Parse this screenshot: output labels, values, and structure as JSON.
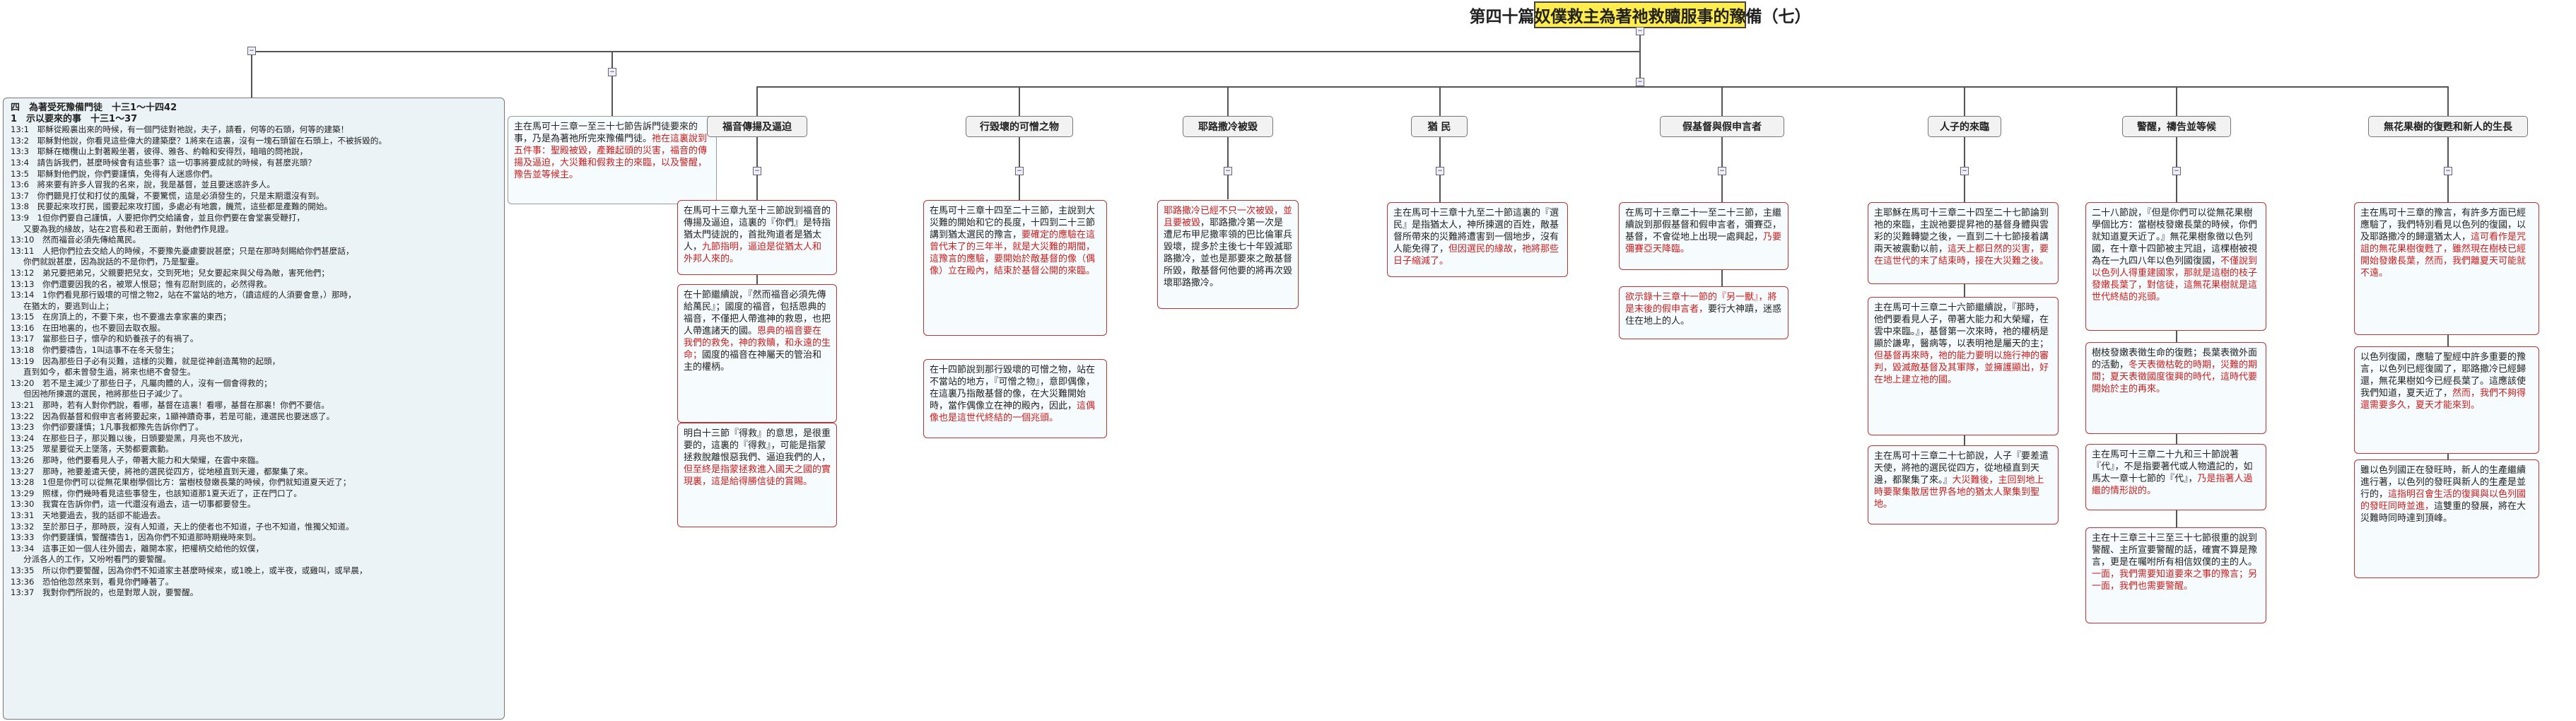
{
  "title": "第四十篇奴僕救主為著祂救贖服事的豫備（七）",
  "handle_icons": {
    "minus": "−"
  },
  "outline": {
    "header_lines": [
      "四　為著受死豫備門徒　十三1～十四42",
      "1　示以要來的事　十三1～37"
    ],
    "verses": [
      {
        "ref": "13:1",
        "text": "耶穌從殿裏出來的時候，有一個門徒對祂說，夫子，請看，何等的石頭，何等的建築！"
      },
      {
        "ref": "13:2",
        "text": "耶穌對他說，你看見這些偉大的建築麼？1將來在這裏，沒有一塊石頭留在石頭上，不被拆毀的。"
      },
      {
        "ref": "13:3",
        "text": "耶穌在橄欖山上對著殿坐著，彼得、雅各、約翰和安得烈，暗暗的問祂說，"
      },
      {
        "ref": "13:4",
        "text": "請告訴我們，甚麼時候會有這些事？這一切事將要成就的時候，有甚麼兆頭？"
      },
      {
        "ref": "13:5",
        "text": "耶穌對他們說，你們要謹慎，免得有人迷惑你們。"
      },
      {
        "ref": "13:6",
        "text": "將來要有許多人冒我的名來，說，我是基督，並且要迷惑許多人。"
      },
      {
        "ref": "13:7",
        "text": "你們聽見打仗和打仗的風聲，不要驚慌，這是必須發生的，只是末期還沒有到。"
      },
      {
        "ref": "13:8",
        "text": "民要起來攻打民，國要起來攻打國，多處必有地震，饑荒，這些都是產難的開始。"
      },
      {
        "ref": "13:9",
        "text": "1但你們要自己謹慎，人要把你們交給議會，並且你們要在會堂裏受鞭打，"
      },
      {
        "ref": "",
        "text": "又要為我的緣故，站在2官長和君王面前，對他們作見證。"
      },
      {
        "ref": "13:10",
        "text": "然而福音必須先傳給萬民。"
      },
      {
        "ref": "13:11",
        "text": "人把你們拉去交給人的時候，不要豫先憂慮要說甚麼；只是在那時刻賜給你們甚麼話，"
      },
      {
        "ref": "",
        "text": "你們就說甚麼，因為說話的不是你們，乃是聖靈。"
      },
      {
        "ref": "13:12",
        "text": "弟兄要把弟兄，父親要把兒女，交到死地；兒女要起來與父母為敵，害死他們；"
      },
      {
        "ref": "13:13",
        "text": "你們還要因我的名，被眾人恨惡；惟有忍耐到底的，必然得救。"
      },
      {
        "ref": "13:14",
        "text": "1你們看見那行毀壞的可憎之物2，站在不當站的地方，（讀這經的人須要會意，）那時，"
      },
      {
        "ref": "",
        "text": "在猶太的，要逃到山上；"
      },
      {
        "ref": "13:15",
        "text": "在房頂上的，不要下來，也不要進去拿家裏的東西；"
      },
      {
        "ref": "13:16",
        "text": "在田地裏的，也不要回去取衣服。"
      },
      {
        "ref": "13:17",
        "text": "當那些日子，懷孕的和奶養孩子的有禍了。"
      },
      {
        "ref": "13:18",
        "text": "你們要禱告，1叫這事不在冬天發生；"
      },
      {
        "ref": "13:19",
        "text": "因為那些日子必有災難，這樣的災難，就是從神創造萬物的起頭，"
      },
      {
        "ref": "",
        "text": "直到如今，都未曾發生過，將來也絕不會發生。"
      },
      {
        "ref": "13:20",
        "text": "若不是主減少了那些日子，凡屬肉體的人，沒有一個會得救的；"
      },
      {
        "ref": "",
        "text": "但因祂所揀選的選民，祂將那些日子減少了。"
      },
      {
        "ref": "13:21",
        "text": "那時，若有人對你們說，看哪，基督在這裏！看哪，基督在那裏！你們不要信。"
      },
      {
        "ref": "13:22",
        "text": "因為假基督和假申言者將要起來，1顯神蹟奇事，若是可能，連選民也要迷惑了。"
      },
      {
        "ref": "13:23",
        "text": "你們卻要謹慎；1凡事我都豫先告訴你們了。"
      },
      {
        "ref": "13:24",
        "text": "在那些日子，那災難以後，日頭要變黑，月亮也不放光，"
      },
      {
        "ref": "13:25",
        "text": "眾星要從天上墜落，天勢都要震動。"
      },
      {
        "ref": "13:26",
        "text": "那時，他們要看見人子，帶著大能力和大榮耀，在雲中來臨。"
      },
      {
        "ref": "13:27",
        "text": "那時，祂要差遣天使，將祂的選民從四方，從地極直到天邊，都聚集了來。"
      },
      {
        "ref": "13:28",
        "text": "1但是你們可以從無花果樹學個比方：當樹枝發嫩長葉的時候，你們就知道夏天近了；"
      },
      {
        "ref": "13:29",
        "text": "照樣，你們幾時看見這些事發生，也該知道那1夏天近了，正在門口了。"
      },
      {
        "ref": "13:30",
        "text": "我實在告訴你們，這一代還沒有過去，這一切事都要發生。"
      },
      {
        "ref": "13:31",
        "text": "天地要過去，我的話卻不能過去。"
      },
      {
        "ref": "13:32",
        "text": "至於那日子，那時辰，沒有人知道，天上的使者也不知道，子也不知道，惟獨父知道。"
      },
      {
        "ref": "13:33",
        "text": "你們要謹慎，警醒禱告1，因為你們不知道那時期幾時來到。"
      },
      {
        "ref": "13:34",
        "text": "這事正如一個人往外國去，離開本家，把權柄交給他的奴僕，"
      },
      {
        "ref": "",
        "text": "分派各人的工作，又吩咐看門的要警醒。"
      },
      {
        "ref": "13:35",
        "text": "所以你們要警醒，因為你們不知道家主甚麼時候來，或1晚上，或半夜，或雞叫，或早晨，"
      },
      {
        "ref": "13:36",
        "text": "恐怕他忽然來到，看見你們睡著了。"
      },
      {
        "ref": "13:37",
        "text": "我對你們所說的，也是對眾人說，要警醒。"
      }
    ]
  },
  "summary": {
    "plain": "主在馬可十三章一至三十七節告訴門徒要來的事，乃是為著祂所完來豫備門徒。",
    "red": "祂在這裏說到五件事：聖殿被毀，產難起頭的災害，福音的傳揚及逼迫，大災難和假救主的來臨，以及警醒，豫告並等候主。"
  },
  "headings": [
    "福音傳揚及逼迫",
    "行毀壞的可憎之物",
    "耶路撒冷被毀",
    "猶 民",
    "假基督與假申言者",
    "人子的來臨",
    "警醒，禱告並等候",
    "無花果樹的復甦和新人的生長"
  ],
  "nodes": {
    "gospel1": {
      "plain": "在馬可十三章九至十三節說到福音的傳揚及逼迫，這裏的『你們』是特指猶太門徒說的，首批殉道者是猶太人，",
      "red": "九節指明，逼迫是從猶太人和外邦人來的。"
    },
    "gospel2": {
      "plain": "在十節繼續說，『然而福音必須先傳給萬民』；國度的福音，包括恩典的福音，不僅把人帶進神的救恩，也把人帶進諸天的國。",
      "red": "恩典的福音要在我們的救免，神的救贖，和永遠的生命；",
      "plain2": "國度的福音在神屬天的管治和主的權柄。"
    },
    "gospel3": {
      "plain": "明白十三節『得救』的意思，是很重要的，這裏的『得救』，可能是指蒙拯救脫離恨惡我們、逼迫我們的人，",
      "red": "但至終是指蒙拯救進入國天之國的實現裏，這是給得勝信徒的賞賜。"
    },
    "abomination1": {
      "plain": "在馬可十三章十四至二十三節，主說到大災難的開始和它的長度，十四到二十三節講到猶太選民的豫言，",
      "red": "要確定的應驗在這曾代末了的三年半，就是大災難的期間，這豫言的應驗，要開始於敵基督的像（偶像）立在殿內，結束於基督公開的來臨。"
    },
    "abomination2": {
      "plain": "在十四節說到那行毀壞的可憎之物，站在不當站的地方，『可憎之物』，意即偶像，在這裏乃指敵基督的像，在大災難開始時，當作偶像立在神的殿內，因此，",
      "red": "這偶像也是這世代終結的一個兆頭。"
    },
    "jerusalem": {
      "red": "耶路撒冷已經不只一次被毀，並且要被毀",
      "plain": "，耶路撒冷第一次是遭尼布甲尼撒率領的巴比倫軍兵毀壞，提多於主後七十年毀滅耶路撒冷，並也是那要來之敵基督所毀，敵基督何他要的將再次毀壞耶路撒冷。"
    },
    "jews": {
      "plain": "主在馬可十三章十九至二十節這裏的『選民』是指猶太人，神所揀選的百姓，敵基督所帶來的災難將遭害到一個地步，沒有人能免得了，",
      "red": "但因選民的緣故，祂將那些日子縮減了。"
    },
    "false1": {
      "plain": "在馬可十三章二十一至二十三節，主繼續說到那假基督和假申言者，彌賽亞，基督，不會從地上出現一處興起，",
      "red": "乃要彌賽亞天降臨。"
    },
    "false2": {
      "red": "欲示錄十三章十一節的『另一獸』，將是末後的假申言者，",
      "plain": "要行大神蹟，迷惑住在地上的人。"
    },
    "son1": {
      "plain": "主耶穌在馬可十三章二十四至二十七節論到祂的來臨，主說祂要提昇祂的基督身體與雲彩的災難轉變之後，一直到二十七節接着講兩天被震動以前，",
      "red": "這天上都日然的災害，要在這世代的末了結束時，接在大災難之後。"
    },
    "son2": {
      "plain": "主在馬可十三章二十六節繼續說，『那時，他們要看見人子，帶著大能力和大榮耀，在雲中來臨。』，基督第一次來時，祂的權柄是顯於謙卑，醫病等，以表明祂是屬天的主；",
      "red": "但基督再來時，祂的能力要明以施行神的審判，毀滅敵基督及其軍隊，並擁護顯出，好在地上建立祂的國。"
    },
    "son3": {
      "plain": "主在馬可十三章二十七節說，人子『要差遣天使，將祂的選民從四方，從地極直到天邊，都聚集了來。』",
      "red": "大災難後，主回到地上時要聚集散居世界各地的猶太人聚集到聖地。"
    },
    "watch1": {
      "plain": "二十八節說，『但是你們可以從無花果樹學個比方：當樹枝發嫩長葉的時候，你們就知道夏天近了。』無花果樹象徵以色列國，在十章十四節被主咒詛，這棵樹被視為在一九四八年以色列國復國，",
      "red": "不僅說到以色列人得重建國家，那就是這樹的枝子發嫩長葉了，對信徒，這無花果樹就是這世代終結的兆頭。"
    },
    "watch2": {
      "plain": "樹枝發嫩表徵生命的復甦；長葉表徵外面的活動，",
      "red": "冬天表徵枯乾的時期，災難的期間；夏天表徵國度復興的時代，這時代要開始於主的再來。"
    },
    "watch3": {
      "plain": "主在馬可十三章二十九和三十節說著『代』，不是指要著代或人物遺記的，如馬太一章十七節的『代』，",
      "red": "乃是指著人過繼的情形說的。"
    },
    "watch4": {
      "plain": "主在十三章三十三至三十七節很重的說到警醒、主所宣要警醒的話，確實不算是豫言，更是在囑咐所有相信奴僕的主的人。",
      "red": "一面，我們需要知道要來之事的豫言；另一面，我們也需要警醒。"
    },
    "fig1": {
      "plain": "主在馬可十三章的豫言，有許多方面已經應驗了，我們特別看見以色列的復國，以及耶路撒冷的歸還猶太人，",
      "red": "這可看作是咒詛的無花果樹復甦了，雖然現在樹枝已經開始發嫩長葉，然而，我們離夏天可能就不遠。"
    },
    "fig2": {
      "plain": "以色列復國，應驗了聖經中許多重要的豫言，以色列已經復國了，耶路撒冷已經歸還，無花果樹如今已經長葉了。這應該使我們知道，夏天近了，",
      "red": "然而，我們不夠得還需要多久，夏天才能來到。"
    },
    "fig3": {
      "plain": "雖以色列國正在發旺時，新人的生產繼續進行著，以色列的發旺與新人的生產是並行的，",
      "red": "這指明召會生活的復興與以色列國的發旺同時並進，",
      "plain2": "這雙重的發展，將在大災難時同時達到頂峰。"
    }
  }
}
